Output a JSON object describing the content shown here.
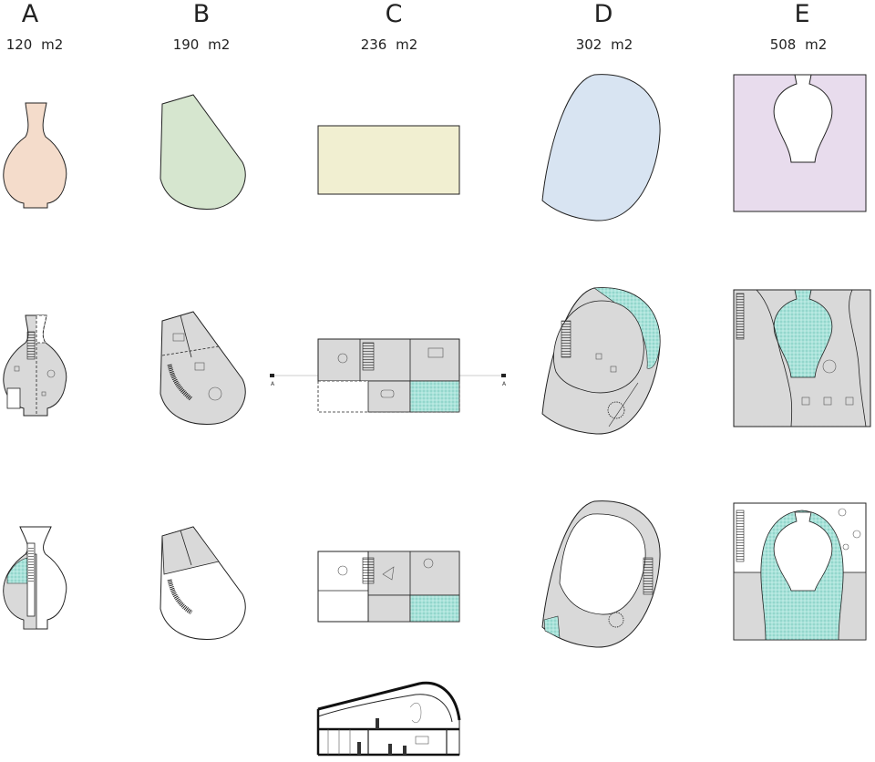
{
  "columns": [
    {
      "letter": "A",
      "area": "120  m2"
    },
    {
      "letter": "B",
      "area": "190  m2"
    },
    {
      "letter": "C",
      "area": "236  m2"
    },
    {
      "letter": "D",
      "area": "302  m2"
    },
    {
      "letter": "E",
      "area": "508  m2"
    }
  ],
  "section_marker": {
    "left": "A",
    "right": "A"
  },
  "colors": {
    "A": "#f4dccb",
    "B": "#d6e6cf",
    "C": "#f1efd1",
    "D": "#d8e4f2",
    "E": "#e8dced",
    "floor": "#d9d9d9",
    "water": "#a9e3da"
  }
}
